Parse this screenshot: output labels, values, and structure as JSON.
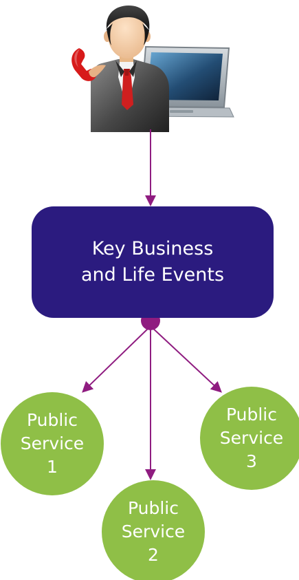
{
  "event_box": {
    "line1": "Key Business",
    "line2": "and Life Events"
  },
  "services": [
    {
      "line1": "Public",
      "line2": "Service",
      "line3": "1"
    },
    {
      "line1": "Public",
      "line2": "Service",
      "line3": "2"
    },
    {
      "line1": "Public",
      "line2": "Service",
      "line3": "3"
    }
  ],
  "colors": {
    "box": "#2b1b7f",
    "connector": "#8f1c80",
    "service": "#8fbf47",
    "text": "#ffffff"
  },
  "icons": {
    "user": "businessman-with-phone-and-laptop-icon"
  }
}
